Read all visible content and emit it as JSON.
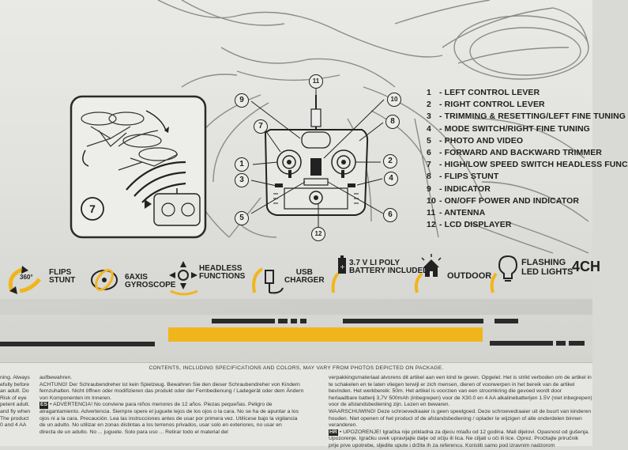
{
  "function_list": [
    {
      "number": "1",
      "label": "- LEFT CONTROL LEVER"
    },
    {
      "number": "2",
      "label": "- RIGHT CONTROL LEVER"
    },
    {
      "number": "3",
      "label": "- TRIMMING & RESETTING/LEFT  FINE TUNING"
    },
    {
      "number": "4",
      "label": "- MODE SWITCH/RIGHT  FINE TUNING"
    },
    {
      "number": "5",
      "label": "- PHOTO AND VIDEO"
    },
    {
      "number": "6",
      "label": "- FORWARD AND BACKWARD TRIMMER"
    },
    {
      "number": "7",
      "label": "- HIGH/LOW SPEED SWITCH  HEADLESS FUNC"
    },
    {
      "number": "8",
      "label": "- FLIPS STUNT"
    },
    {
      "number": "9",
      "label": "- INDICATOR"
    },
    {
      "number": "10",
      "label": "- ON/OFF POWER AND INDICATOR"
    },
    {
      "number": "11",
      "label": "- ANTENNA"
    },
    {
      "number": "12",
      "label": "- LCD DISPLAYER"
    }
  ],
  "diagram_callouts": [
    "1",
    "2",
    "3",
    "4",
    "5",
    "6",
    "7",
    "8",
    "9",
    "10",
    "11",
    "12"
  ],
  "inset_callout": "7",
  "features": [
    {
      "badge": "360°",
      "line1": "FLIPS",
      "line2": "STUNT"
    },
    {
      "badge": "",
      "line1": "6AXIS",
      "line2": "GYROSCOPE"
    },
    {
      "badge": "",
      "line1": "HEADLESS",
      "line2": "FUNCTIONS"
    },
    {
      "badge": "",
      "line1": "USB",
      "line2": "CHARGER"
    },
    {
      "badge": "",
      "line1": "3.7 V LI POLY",
      "line2": "BATTERY INCLUDED"
    },
    {
      "badge": "",
      "line1": "",
      "line2": "OUTDOOR"
    },
    {
      "badge": "",
      "line1": "FLASHING",
      "line2": "LED LIGHTS"
    },
    {
      "badge": "",
      "line1": "4CH",
      "line2": ""
    }
  ],
  "disclaimer": "CONTENTS, INCLUDING SPECIFICATIONS AND COLORS, MAY VARY FROM PHOTOS DEPICTED ON PACKAGE.",
  "text_left": [
    "ning. Always",
    "efully before",
    "an adult. Do",
    "Risk of eye",
    "petent adult.",
    "and fly when",
    "The product",
    "0 and 4 AA"
  ],
  "text_middle": [
    "aufbewahren.",
    "ACHTUNG! Der Schraubendreher ist kein Spielzeug. Bewahren Sie den dieser Schraubendreher von Kindern",
    "fernzuhalten. Nicht öffnen oder modifizieren das produkt oder der Fernbedienung / Ladegerät oder dem Ändern",
    "von Komponenten im Inneren.",
    "• ADVERTENCIA! No conviene para niños menores de 12 años. Piezas pequeñas. Peligro de",
    "atragantamiento. Advertencia. Siempre opere el juguete lejos de los ojos o la cara. No se ha de apuntar a los",
    "ojos ni a la cara. Precaución. Lea las instrucciones antes de usar por primera vez. Utilícese bajo la vigilancia",
    "de un adulto. No utilizar en zonas distintas a los terrenos privados, usar solo en exteriores, no usar en",
    "directa de un adulto. No ... juguete. Solo para uso ... Retirar todo el material del"
  ],
  "text_middle_tag": "ES",
  "text_right": [
    "verpakkingsmateriaal alvorens dit artikel aan een kind te geven. Opgelet. Het is strikt verboden om de artikel in",
    "te schakelen en te laten vliegen terwijl er zich mensen, dieren of voorwerpen in het bereik van de artikel",
    "bevinden. Het werkbereik: 50m. Het artikel is voorzien van een stroomkring die gevoed wordt door",
    "herlaadbare batterij 3,7V 500mAh (inbegrepen) voor de X30.0 en 4 AA alkalinebatterijen 1.5V (niet inbegrepen)",
    "voor de afstandsbediening zijn. Lezen en bewaren.",
    "WAARSCHUWING! Deze schroevedraaier is geen speelgoed. Deze schroevedraaier uit de buurt van kinderen",
    "houden. Niet openen of het product of de afstandsbediening / oplader te wijzigen of alle onderdelen binnen",
    "veranderen.",
    "• UPOZORENJE! Igračka nije prikladna za djecu mlađu od 12 godina. Mali dijelovi. Opasnost od gušenja.",
    "Upozorenje. Igračku uvek upravljajte dalje od očiju ili lica. Ne ciljati u oči ili lice. Oprez. Pročitajte priručnik",
    "prije prve upotrebe, sljedite upute i držite ih za referencu. Koristiti samo pod izravnim nadzorom"
  ],
  "text_right_tag": "HR",
  "colors": {
    "accent_yellow": "#f1b51c",
    "ink": "#1e1e1e",
    "panel": "#e4e4e1"
  }
}
